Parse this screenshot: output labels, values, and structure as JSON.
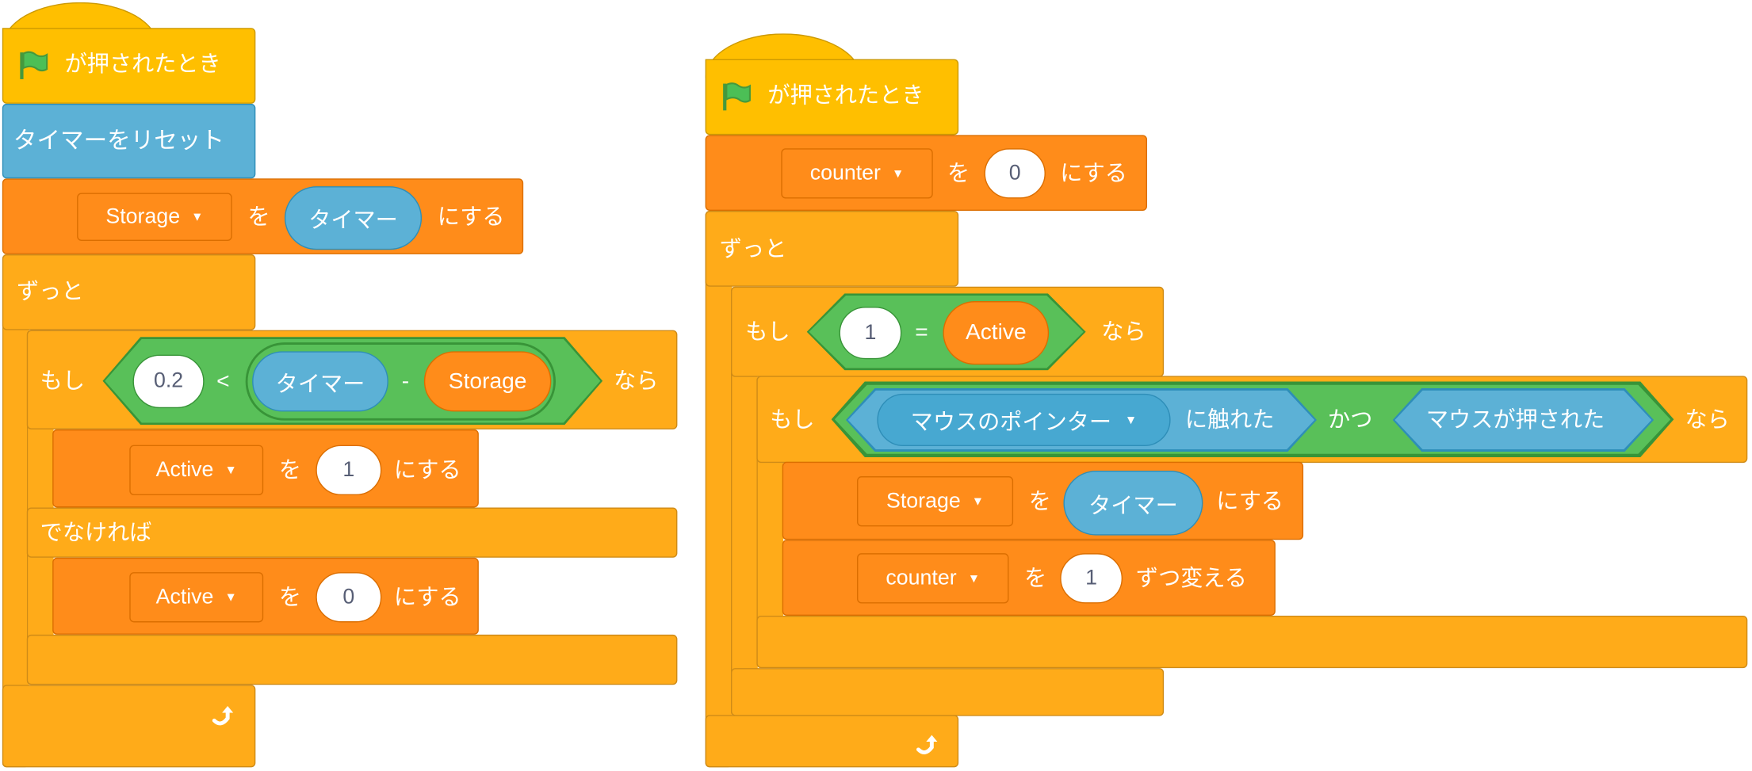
{
  "left": {
    "hat_label": "が押されたとき",
    "reset_timer": "タイマーをリセット",
    "set1": {
      "var": "Storage",
      "wo": "を",
      "value": "タイマー",
      "suffix": "にする"
    },
    "forever": "ずっと",
    "if_label": "もし",
    "cond": {
      "left": "0.2",
      "op": "<",
      "minus_left": "タイマー",
      "minus_op": "-",
      "minus_right": "Storage"
    },
    "then_label": "なら",
    "set_then": {
      "var": "Active",
      "wo": "を",
      "value": "1",
      "suffix": "にする"
    },
    "else_label": "でなければ",
    "set_else": {
      "var": "Active",
      "wo": "を",
      "value": "0",
      "suffix": "にする"
    }
  },
  "right": {
    "hat_label": "が押されたとき",
    "set1": {
      "var": "counter",
      "wo": "を",
      "value": "0",
      "suffix": "にする"
    },
    "forever": "ずっと",
    "if1": {
      "label": "もし",
      "left": "1",
      "op": "=",
      "right": "Active",
      "then": "なら"
    },
    "if2": {
      "label": "もし",
      "touch_target": "マウスのポインター",
      "touch_label": "に触れた",
      "and": "かつ",
      "mouse_down": "マウスが押された",
      "then": "なら"
    },
    "set2": {
      "var": "Storage",
      "wo": "を",
      "value": "タイマー",
      "suffix": "にする"
    },
    "change": {
      "var": "counter",
      "wo": "を",
      "value": "1",
      "suffix": "ずつ変える"
    }
  },
  "colors": {
    "events": "#FFBF00",
    "sensing": "#5CB1D6",
    "variables": "#FF8C1A",
    "control": "#FFAB19",
    "operators": "#59C059"
  }
}
